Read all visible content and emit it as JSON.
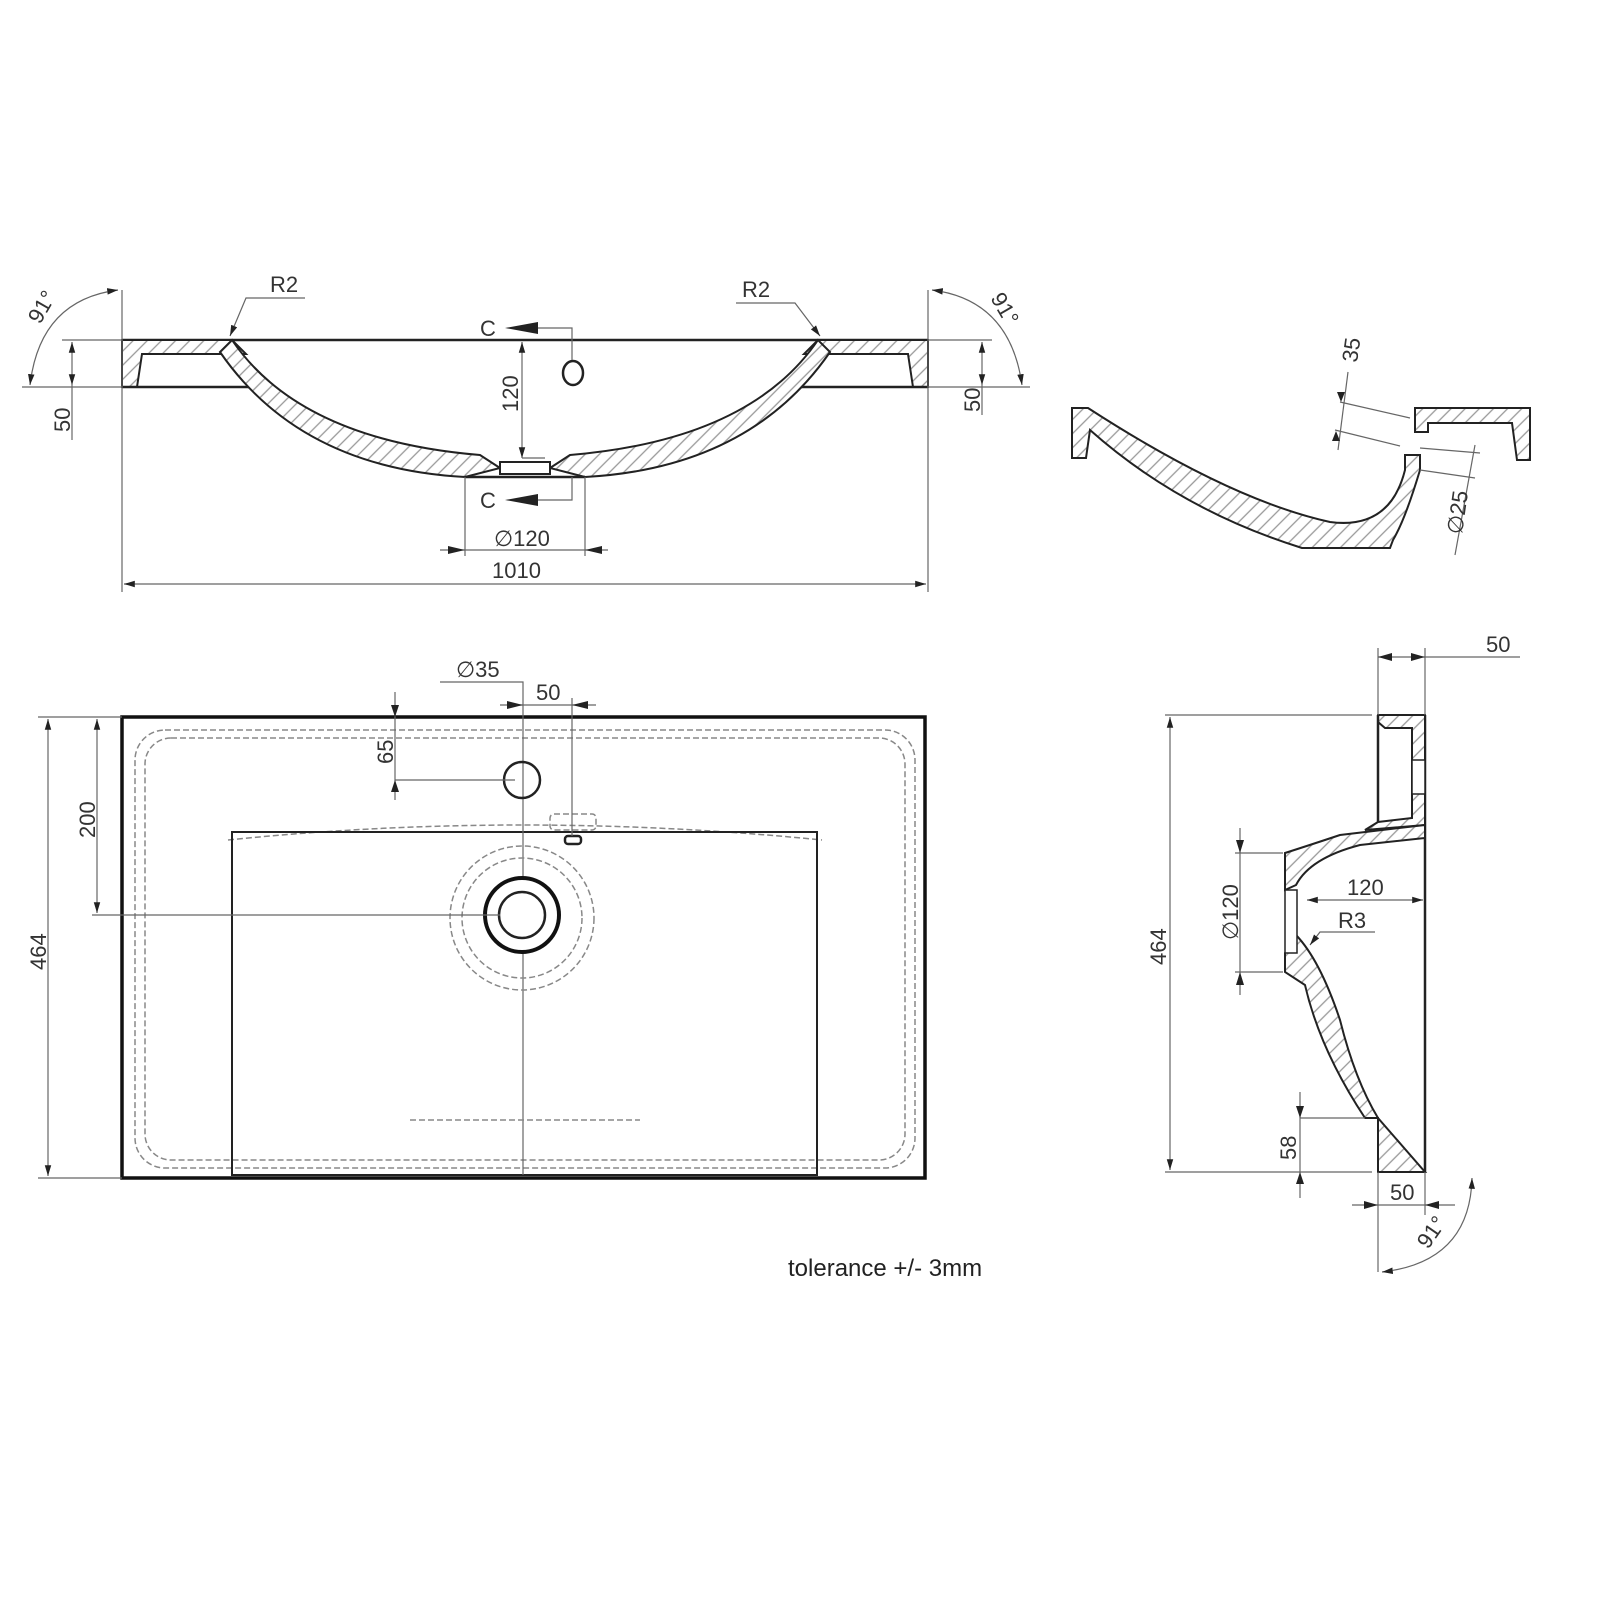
{
  "front_section": {
    "angle_left": "91°",
    "angle_right": "91°",
    "radius_left": "R2",
    "radius_right": "R2",
    "section_marker_top": "C",
    "section_marker_bottom": "C",
    "depth": "120",
    "rim_height_left": "50",
    "rim_height_right": "50",
    "drain_diameter": "∅120",
    "overall_width": "1010"
  },
  "section_c": {
    "overflow_offset": "35",
    "overflow_diameter": "∅25"
  },
  "plan_view": {
    "tap_hole_diameter": "∅35",
    "overflow_offset": "50",
    "tap_hole_offset": "65",
    "drain_offset": "200",
    "overall_depth": "464"
  },
  "side_section": {
    "top_rim_width": "50",
    "overall_depth": "464",
    "drain_diameter": "∅120",
    "drain_depth": "120",
    "radius": "R3",
    "front_height": "58",
    "bottom_rim_width": "50",
    "angle": "91°"
  },
  "tolerance_note": "tolerance +/- 3mm"
}
